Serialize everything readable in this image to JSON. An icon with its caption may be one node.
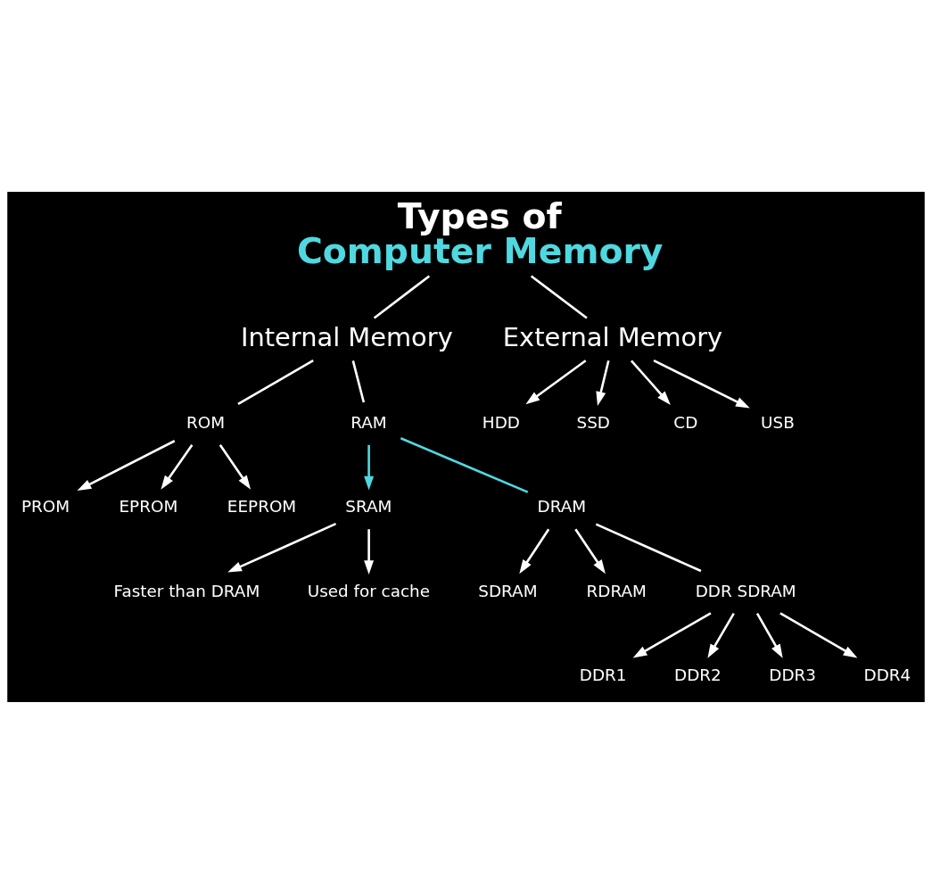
{
  "diagram": {
    "nodes": [
      {
        "text": [
          "Types of",
          "Computer Memory"
        ]
      },
      {
        "text": [
          "Internal Memory"
        ]
      },
      {
        "text": [
          "External Memory"
        ]
      },
      {
        "text": [
          "ROM"
        ]
      },
      {
        "text": [
          "RAM"
        ]
      },
      {
        "text": [
          "HDD"
        ]
      },
      {
        "text": [
          "SSD"
        ]
      },
      {
        "text": [
          "CD"
        ]
      },
      {
        "text": [
          "USB"
        ]
      },
      {
        "text": [
          "PROM"
        ]
      },
      {
        "text": [
          "EPROM"
        ]
      },
      {
        "text": [
          "EEPROM"
        ]
      },
      {
        "text": [
          "SRAM"
        ]
      },
      {
        "text": [
          "DRAM"
        ]
      },
      {
        "text": [
          "SDRAM"
        ]
      },
      {
        "text": [
          "RDRAM"
        ]
      },
      {
        "text": [
          "DDR SDRAM"
        ]
      },
      {
        "text": [
          "DDR1"
        ]
      },
      {
        "text": [
          "DDR2"
        ]
      },
      {
        "text": [
          "DDR3"
        ]
      },
      {
        "text": [
          "DDR4"
        ]
      },
      {
        "text": [
          "Faster than DRAM"
        ]
      },
      {
        "text": [
          "Used for cache"
        ]
      }
    ],
    "edges": [
      {
        "from": 0,
        "to": 1,
        "arrow": "none"
      },
      {
        "from": 0,
        "to": 2,
        "arrow": "none"
      },
      {
        "from": 1,
        "to": 3,
        "arrow": "none"
      },
      {
        "from": 1,
        "to": 4,
        "arrow": "none"
      },
      {
        "from": 2,
        "to": 5,
        "arrow": "to"
      },
      {
        "from": 2,
        "to": 6,
        "arrow": "to"
      },
      {
        "from": 2,
        "to": 7,
        "arrow": "to"
      },
      {
        "from": 2,
        "to": 8,
        "arrow": "to"
      },
      {
        "from": 3,
        "to": 9,
        "arrow": "to"
      },
      {
        "from": 3,
        "to": 10,
        "arrow": "to"
      },
      {
        "from": 3,
        "to": 11,
        "arrow": "to"
      },
      {
        "from": 4,
        "to": 12,
        "arrow": "to",
        "color": "#4fd8e0"
      },
      {
        "from": 4,
        "to": 13,
        "arrow": "none",
        "color": "#4fd8e0"
      },
      {
        "from": 13,
        "to": 14,
        "arrow": "to"
      },
      {
        "from": 13,
        "to": 15,
        "arrow": "to"
      },
      {
        "from": 13,
        "to": 16,
        "arrow": "none"
      },
      {
        "from": 16,
        "to": 17,
        "arrow": "to"
      },
      {
        "from": 16,
        "to": 18,
        "arrow": "to"
      },
      {
        "from": 16,
        "to": 19,
        "arrow": "to"
      },
      {
        "from": 16,
        "to": 20,
        "arrow": "to"
      },
      {
        "from": 12,
        "to": 21,
        "arrow": "to"
      },
      {
        "from": 12,
        "to": 22,
        "arrow": "to"
      }
    ]
  }
}
